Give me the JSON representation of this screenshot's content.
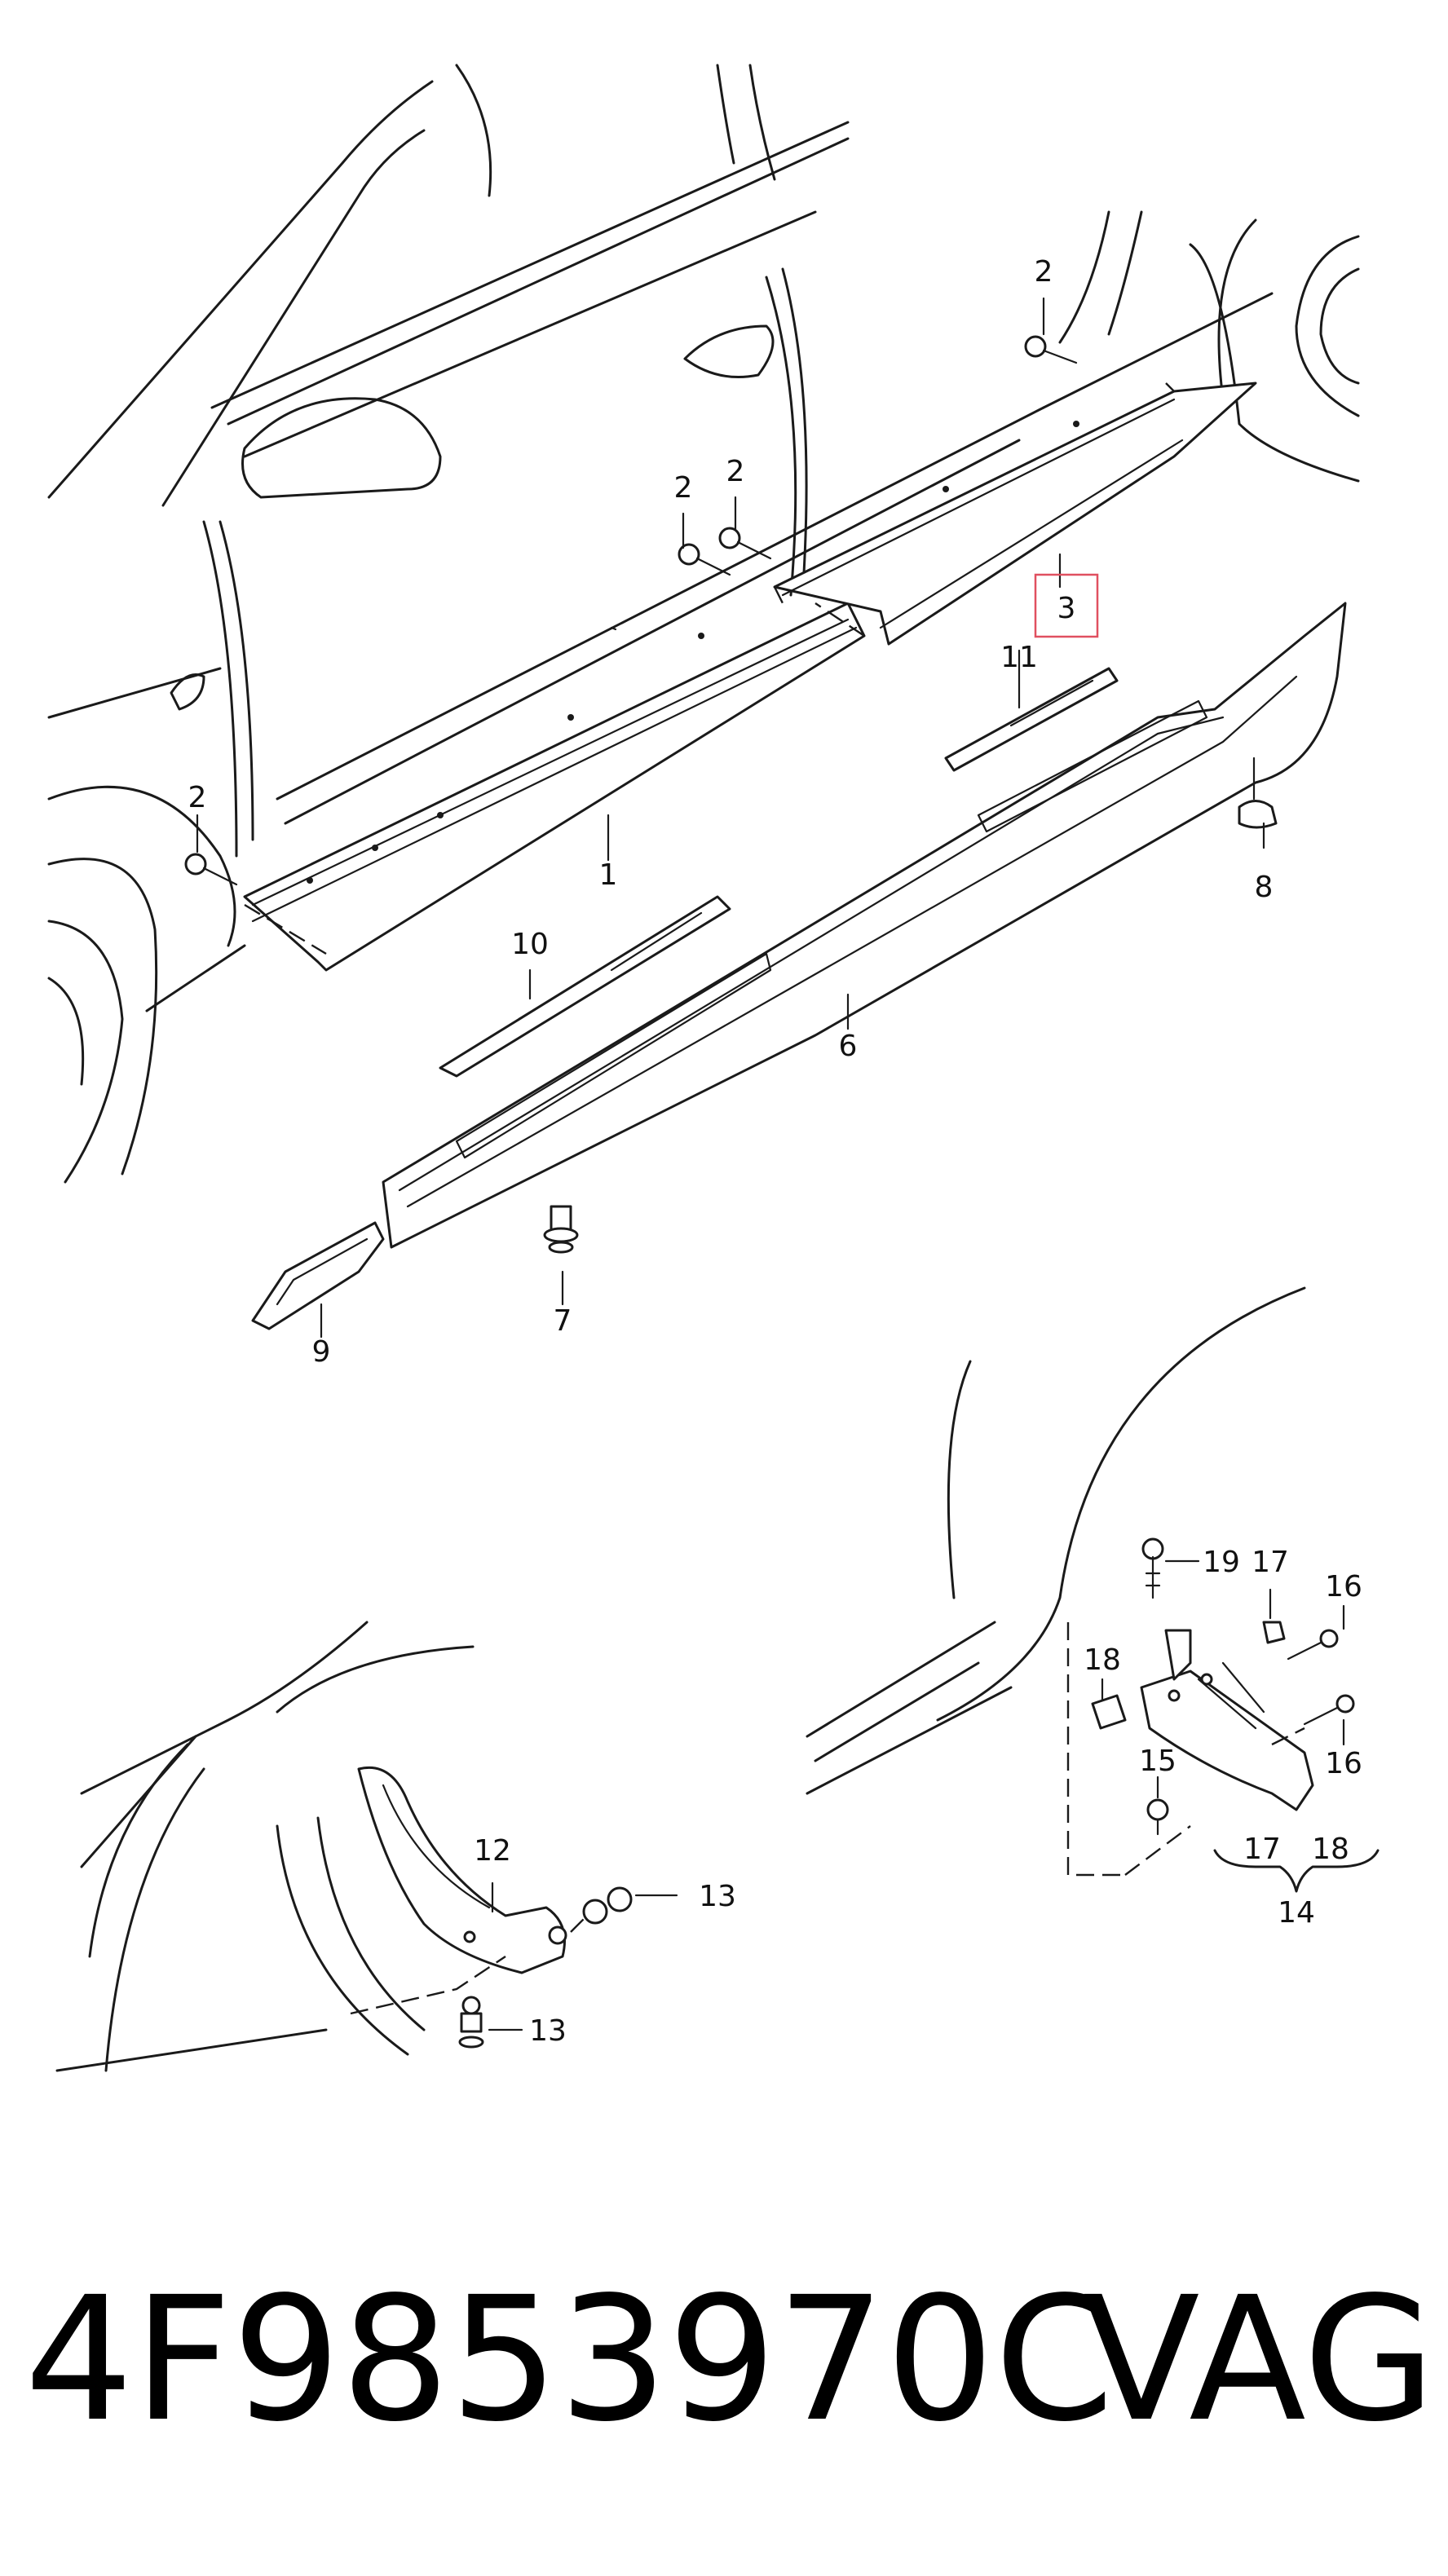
{
  "diagram": {
    "callouts": {
      "p1": "1",
      "p2a": "2",
      "p2b": "2",
      "p2c": "2",
      "p2d": "2",
      "p3": "3",
      "p6": "6",
      "p7": "7",
      "p8": "8",
      "p9": "9",
      "p10": "10",
      "p11": "11",
      "p12": "12",
      "p13a": "13",
      "p13b": "13",
      "p14": "14",
      "p15": "15",
      "p16a": "16",
      "p16b": "16",
      "p17a": "17",
      "p17b": "17",
      "p18a": "18",
      "p18b": "18",
      "p19": "19"
    },
    "highlight_color": "#e05060"
  },
  "caption": {
    "part_number": "4F9853970C",
    "brand": "VAG"
  }
}
